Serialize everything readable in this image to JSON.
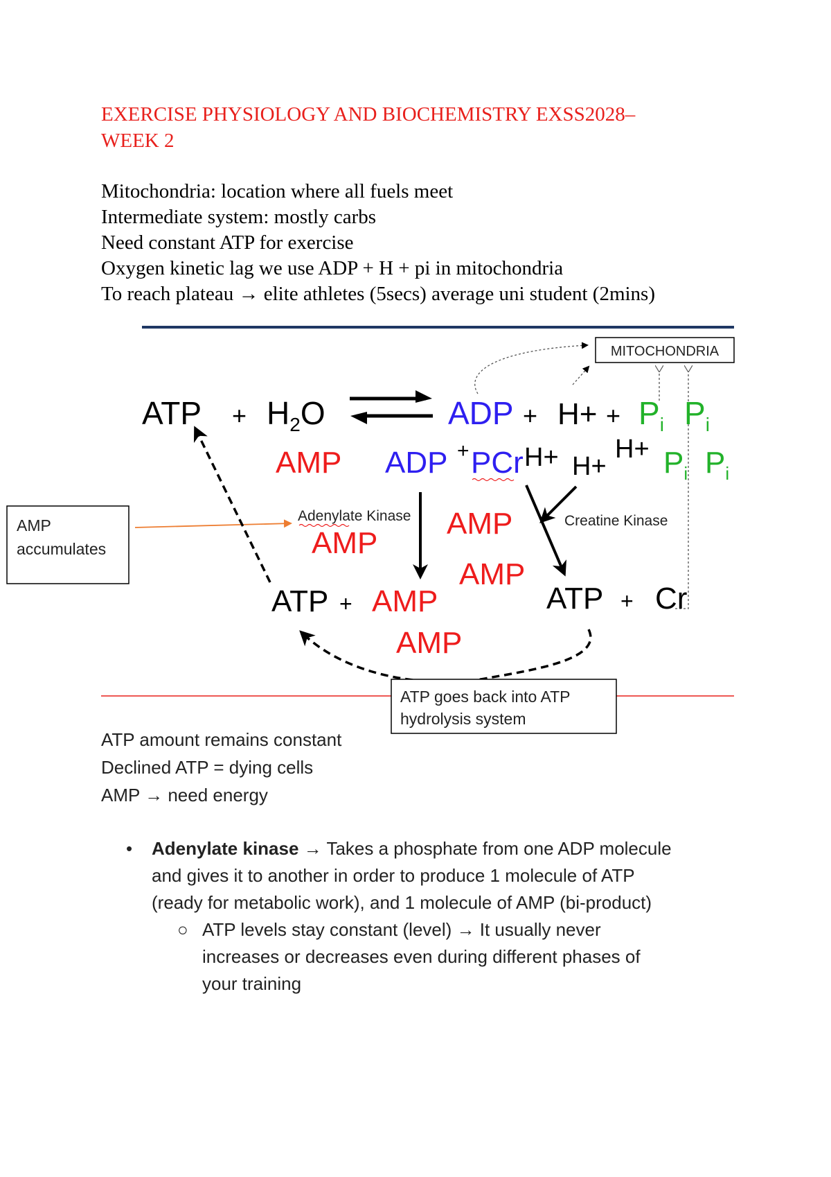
{
  "title": {
    "line1": "EXERCISE PHYSIOLOGY AND BIOCHEMISTRY EXSS2028–",
    "line2": "WEEK 2"
  },
  "notes": [
    "Mitochondria: location where all fuels meet",
    "Intermediate system: mostly carbs",
    "Need constant ATP for exercise",
    "Oxygen kinetic lag we use ADP + H + pi in mitochondria"
  ],
  "plateau": {
    "prefix": "To reach plateau",
    "suffix": "elite athletes (5secs) average uni student (2mins)"
  },
  "diagram": {
    "mitochondria_label": "MITOCHONDRIA",
    "atp": "ATP",
    "plus": "+",
    "h": "H",
    "h2o_sub": "2",
    "o": "O",
    "adp": "ADP",
    "hplus": "H+",
    "p": "P",
    "i": "i",
    "amp": "AMP",
    "pcr": "PCr",
    "cr": "Cr",
    "adenylate_kinase": "Adenylate Kinase",
    "creatine_kinase": "Creatine Kinase",
    "amp_box_line1": "AMP",
    "amp_box_line2": "accumulates",
    "back_box_line1": "ATP goes back into ATP",
    "back_box_line2": "hydrolysis system",
    "colors": {
      "red": "#ee1c1c",
      "blue": "#2e1ff0",
      "green": "#22b22a",
      "navy": "#1f3864",
      "orange": "#ed7d31"
    }
  },
  "summary": [
    "ATP amount remains constant",
    "Declined ATP = dying cells"
  ],
  "amp_line": {
    "prefix": "AMP",
    "suffix": "need energy"
  },
  "bullet": {
    "term": "Adenylate kinase",
    "text_line1": "Takes a phosphate from one ADP molecule",
    "text_line2": "and gives it to another in order to produce 1 molecule of ATP",
    "text_line3": "(ready for metabolic work), and 1 molecule of AMP (bi-product)"
  },
  "sub_bullet": {
    "line1_prefix": "ATP levels stay constant (level)",
    "line1_suffix": "It usually never",
    "line2": "increases or decreases even during different phases of",
    "line3": "your training"
  }
}
